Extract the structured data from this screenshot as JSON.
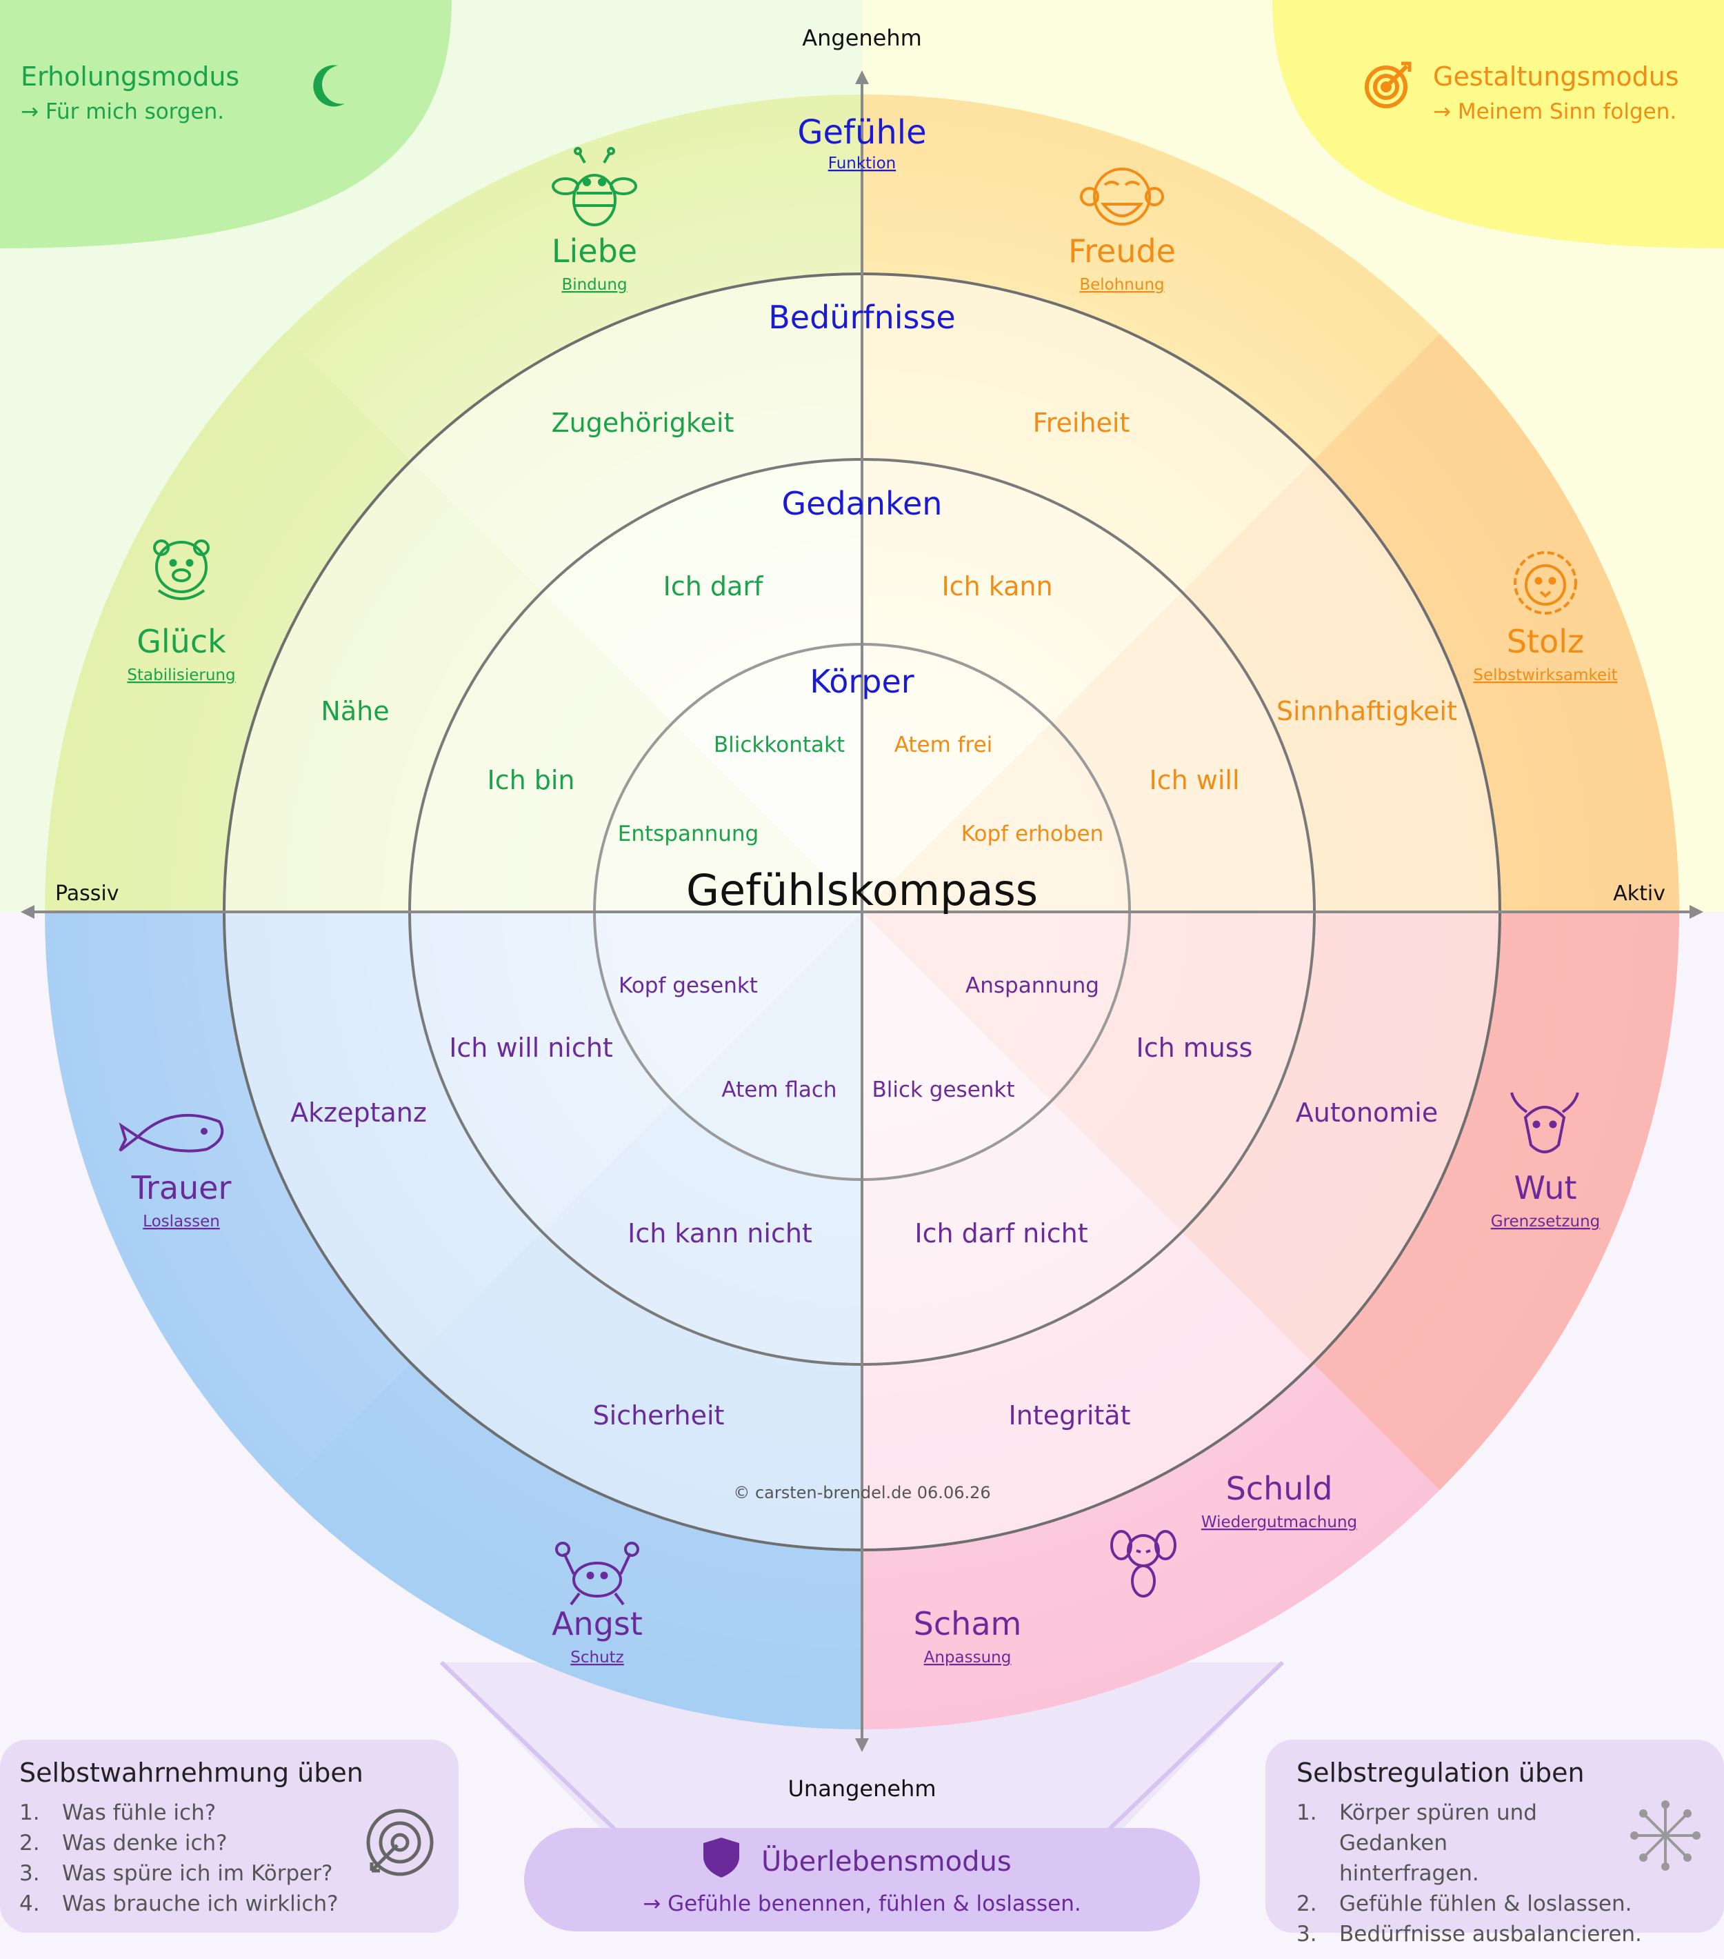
{
  "title": "Gefühlskompass",
  "copyright": "© carsten-brendel.de 06.06.26",
  "axes": {
    "top": "Angenehm",
    "bottom": "Unangenehm",
    "left": "Passiv",
    "right": "Aktiv"
  },
  "ring_titles": {
    "gefuehle": "Gefühle",
    "gefuehle_sub": "Funktion",
    "beduerfnisse": "Bedürfnisse",
    "gedanken": "Gedanken",
    "koerper": "Körper"
  },
  "modes": {
    "erholung": {
      "title": "Erholungsmodus",
      "sub": "→ Für mich sorgen.",
      "icon": "moon-icon"
    },
    "gestaltung": {
      "title": "Gestaltungsmodus",
      "sub": "→ Meinem Sinn folgen.",
      "icon": "target-icon"
    },
    "ueberleben": {
      "title": "Überlebensmodus",
      "sub": "→ Gefühle benennen, fühlen & loslassen.",
      "icon": "shield-icon"
    }
  },
  "emotions": {
    "liebe": {
      "name": "Liebe",
      "func": "Bindung",
      "icon": "bee-icon"
    },
    "freude": {
      "name": "Freude",
      "func": "Belohnung",
      "icon": "monkey-icon"
    },
    "glueck": {
      "name": "Glück",
      "func": "Stabilisierung",
      "icon": "bear-icon"
    },
    "stolz": {
      "name": "Stolz",
      "func": "Selbstwirksamkeit",
      "icon": "lion-icon"
    },
    "trauer": {
      "name": "Trauer",
      "func": "Loslassen",
      "icon": "whale-icon"
    },
    "wut": {
      "name": "Wut",
      "func": "Grenzsetzung",
      "icon": "bull-icon"
    },
    "angst": {
      "name": "Angst",
      "func": "Schutz",
      "icon": "crab-icon"
    },
    "scham": {
      "name": "Scham",
      "func": "Anpassung"
    },
    "schuld": {
      "name": "Schuld",
      "func": "Wiedergutmachung",
      "icon": "fly-icon"
    }
  },
  "needs": {
    "zugehoerigkeit": "Zugehörigkeit",
    "freiheit": "Freiheit",
    "naehe": "Nähe",
    "sinnhaftigkeit": "Sinnhaftigkeit",
    "akzeptanz": "Akzeptanz",
    "autonomie": "Autonomie",
    "sicherheit": "Sicherheit",
    "integritaet": "Integrität"
  },
  "thoughts": {
    "ich_darf": "Ich darf",
    "ich_kann": "Ich kann",
    "ich_bin": "Ich bin",
    "ich_will": "Ich will",
    "ich_will_nicht": "Ich will nicht",
    "ich_muss": "Ich muss",
    "ich_kann_nicht": "Ich kann nicht",
    "ich_darf_nicht": "Ich darf nicht"
  },
  "body": {
    "blickkontakt": "Blickkontakt",
    "atem_frei": "Atem frei",
    "entspannung": "Entspannung",
    "kopf_erhoben": "Kopf erhoben",
    "kopf_gesenkt": "Kopf gesenkt",
    "anspannung": "Anspannung",
    "atem_flach": "Atem flach",
    "blick_gesenkt": "Blick gesenkt"
  },
  "selbstwahrnehmung": {
    "title": "Selbstwahrnehmung üben",
    "icon": "target-icon",
    "items": [
      "Was fühle ich?",
      "Was denke ich?",
      "Was spüre ich im Körper?",
      "Was brauche ich wirklich?"
    ]
  },
  "selbstregulation": {
    "title": "Selbstregulation üben",
    "icon": "compass-rose-icon",
    "items": [
      "Körper spüren und Gedanken hinterfragen.",
      "Gefühle fühlen & loslassen.",
      "Bedürfnisse ausbalancieren."
    ]
  },
  "colors": {
    "green": "#1aa34a",
    "orange": "#f28c14",
    "purple": "#6a2a9a",
    "blue": "#1a1ad6",
    "corner_green": "#bff0a8",
    "corner_yellow": "#fdfb8c",
    "lavender": "#d9c6f4"
  }
}
